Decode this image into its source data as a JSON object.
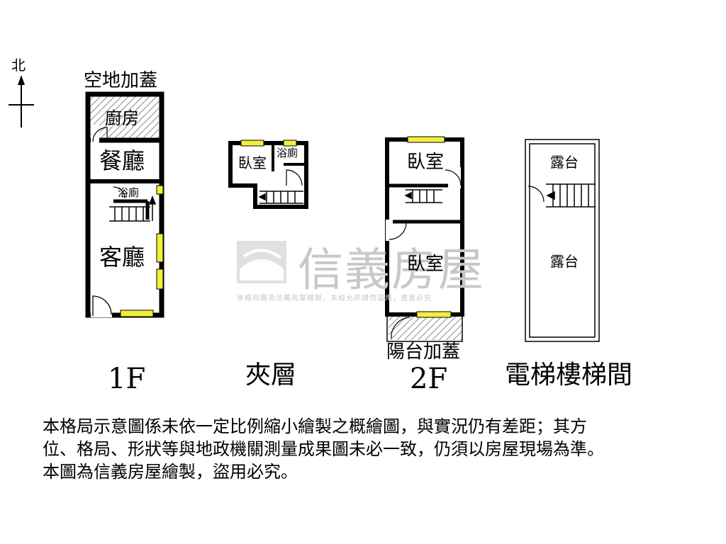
{
  "compass": {
    "label": "北"
  },
  "watermark": {
    "brand": "信義房屋",
    "notice": "本格局圖為信義房屋繪製，未經允許請勿盜用，違者必究"
  },
  "floors": {
    "f1": {
      "name": "1F",
      "top_label": "空地加蓋",
      "rooms": {
        "kitchen": "廚房",
        "dining": "餐廳",
        "bath": "浴廁",
        "living": "客廳"
      }
    },
    "mezzanine": {
      "name": "夾層",
      "rooms": {
        "bedroom": "臥室",
        "bath": "浴廁"
      }
    },
    "f2": {
      "name": "2F",
      "bottom_label": "陽台加蓋",
      "rooms": {
        "bedroom_top": "臥室",
        "bedroom_main": "臥室"
      }
    },
    "roof": {
      "name": "電梯樓梯間",
      "rooms": {
        "terrace_top": "露台",
        "terrace_main": "露台"
      }
    }
  },
  "disclaimer": [
    "本格局示意圖係未依一定比例縮小繪製之概繪圖，與實況仍有差距；其方",
    "位、格局、形狀等與地政機關測量成果圖未必一致，仍須以房屋現場為準。",
    "本圖為信義房屋繪製，盜用必究。"
  ],
  "colors": {
    "wall": "#000000",
    "window": "#f2ef3a",
    "hatch": "#888888",
    "watermark": "#c8c8c8"
  }
}
